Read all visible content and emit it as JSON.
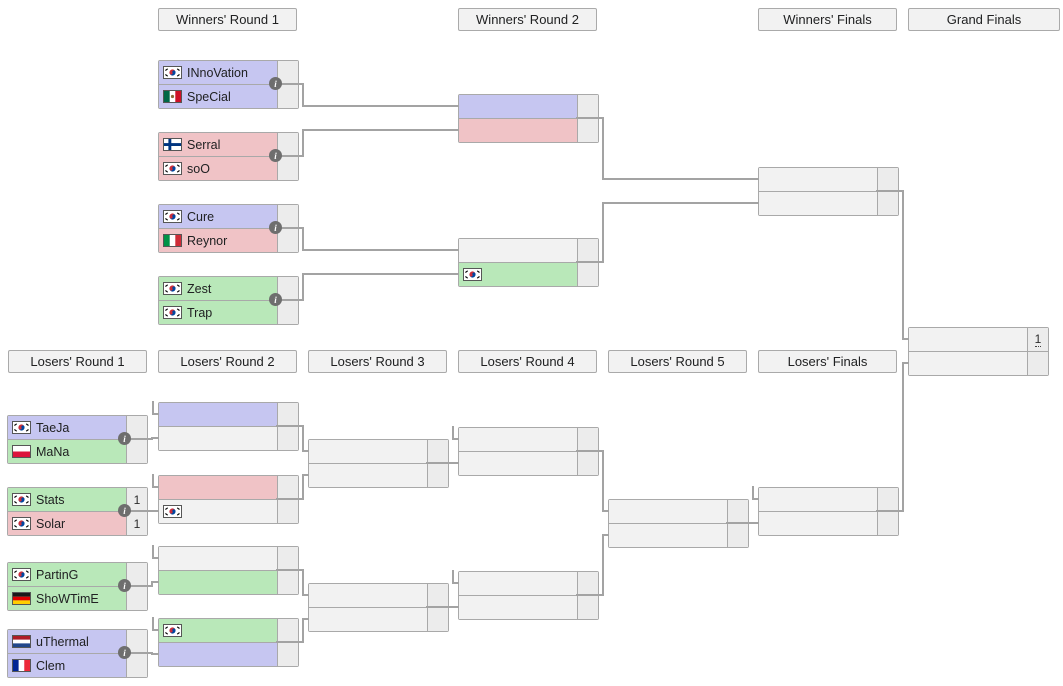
{
  "page_title": "Double Elimination Bracket",
  "colors": {
    "race": {
      "terran": "#c6c6f1",
      "zerg": "#f0c3c6",
      "protoss": "#b9e8b9"
    },
    "empty_row": "#f2f2f2",
    "score_cell": "#ececec",
    "box_border": "#a9a9a9",
    "connector_line": "#a3a3a3",
    "header_bg": "#f2f2f2",
    "info_icon_bg": "#6e6e6e"
  },
  "headers": [
    {
      "id": "wr1",
      "label": "Winners' Round 1"
    },
    {
      "id": "wr2",
      "label": "Winners' Round 2"
    },
    {
      "id": "wf",
      "label": "Winners' Finals"
    },
    {
      "id": "gf",
      "label": "Grand Finals"
    },
    {
      "id": "lr1",
      "label": "Losers' Round 1"
    },
    {
      "id": "lr2",
      "label": "Losers' Round 2"
    },
    {
      "id": "lr3",
      "label": "Losers' Round 3"
    },
    {
      "id": "lr4",
      "label": "Losers' Round 4"
    },
    {
      "id": "lr5",
      "label": "Losers' Round 5"
    },
    {
      "id": "lf",
      "label": "Losers' Finals"
    }
  ],
  "info_icon_glyph": "i",
  "matches": {
    "wr1m1": {
      "info": true,
      "rows": [
        {
          "player": "INnoVation",
          "flag": "kr",
          "race": "terran",
          "score": ""
        },
        {
          "player": "SpeCial",
          "flag": "mx",
          "race": "terran",
          "score": ""
        }
      ]
    },
    "wr1m2": {
      "info": true,
      "rows": [
        {
          "player": "Serral",
          "flag": "fi",
          "race": "zerg",
          "score": ""
        },
        {
          "player": "soO",
          "flag": "kr",
          "race": "zerg",
          "score": ""
        }
      ]
    },
    "wr1m3": {
      "info": true,
      "rows": [
        {
          "player": "Cure",
          "flag": "kr",
          "race": "terran",
          "score": ""
        },
        {
          "player": "Reynor",
          "flag": "it",
          "race": "zerg",
          "score": ""
        }
      ]
    },
    "wr1m4": {
      "info": true,
      "rows": [
        {
          "player": "Zest",
          "flag": "kr",
          "race": "protoss",
          "score": ""
        },
        {
          "player": "Trap",
          "flag": "kr",
          "race": "protoss",
          "score": ""
        }
      ]
    },
    "wr2m1": {
      "info": false,
      "rows": [
        {
          "race": "terran",
          "score": ""
        },
        {
          "race": "zerg",
          "score": ""
        }
      ]
    },
    "wr2m2": {
      "info": false,
      "rows": [
        {
          "score": ""
        },
        {
          "flag": "kr",
          "race": "protoss",
          "score": ""
        }
      ]
    },
    "wf": {
      "info": false,
      "rows": [
        {
          "score": ""
        },
        {
          "score": ""
        }
      ]
    },
    "gf": {
      "info": false,
      "rows": [
        {
          "score": "1",
          "score_underline": true
        },
        {
          "score": ""
        }
      ]
    },
    "lr1m1": {
      "info": true,
      "rows": [
        {
          "player": "TaeJa",
          "flag": "kr",
          "race": "terran",
          "score": ""
        },
        {
          "player": "MaNa",
          "flag": "pl",
          "race": "protoss",
          "score": ""
        }
      ]
    },
    "lr1m2": {
      "info": true,
      "rows": [
        {
          "player": "Stats",
          "flag": "kr",
          "race": "protoss",
          "score": "1"
        },
        {
          "player": "Solar",
          "flag": "kr",
          "race": "zerg",
          "score": "1"
        }
      ]
    },
    "lr1m3": {
      "info": true,
      "rows": [
        {
          "player": "PartinG",
          "flag": "kr",
          "race": "protoss",
          "score": ""
        },
        {
          "player": "ShoWTimE",
          "flag": "de",
          "race": "protoss",
          "score": ""
        }
      ]
    },
    "lr1m4": {
      "info": true,
      "rows": [
        {
          "player": "uThermal",
          "flag": "nl",
          "race": "terran",
          "score": ""
        },
        {
          "player": "Clem",
          "flag": "fr",
          "race": "terran",
          "score": ""
        }
      ]
    },
    "lr2m1": {
      "info": false,
      "rows": [
        {
          "race": "terran",
          "score": ""
        },
        {
          "score": ""
        }
      ]
    },
    "lr2m2": {
      "info": false,
      "rows": [
        {
          "race": "zerg",
          "score": ""
        },
        {
          "flag": "kr",
          "score": ""
        }
      ]
    },
    "lr2m3": {
      "info": false,
      "rows": [
        {
          "score": ""
        },
        {
          "race": "protoss",
          "score": ""
        }
      ]
    },
    "lr2m4": {
      "info": false,
      "rows": [
        {
          "flag": "kr",
          "race": "protoss",
          "score": ""
        },
        {
          "race": "terran",
          "score": ""
        }
      ]
    },
    "lr3m1": {
      "info": false,
      "rows": [
        {
          "score": ""
        },
        {
          "score": ""
        }
      ]
    },
    "lr3m2": {
      "info": false,
      "rows": [
        {
          "score": ""
        },
        {
          "score": ""
        }
      ]
    },
    "lr4m1": {
      "info": false,
      "rows": [
        {
          "score": ""
        },
        {
          "score": ""
        }
      ]
    },
    "lr4m2": {
      "info": false,
      "rows": [
        {
          "score": ""
        },
        {
          "score": ""
        }
      ]
    },
    "lr5": {
      "info": false,
      "rows": [
        {
          "score": ""
        },
        {
          "score": ""
        }
      ]
    },
    "lf": {
      "info": false,
      "rows": [
        {
          "score": ""
        },
        {
          "score": ""
        }
      ]
    }
  }
}
